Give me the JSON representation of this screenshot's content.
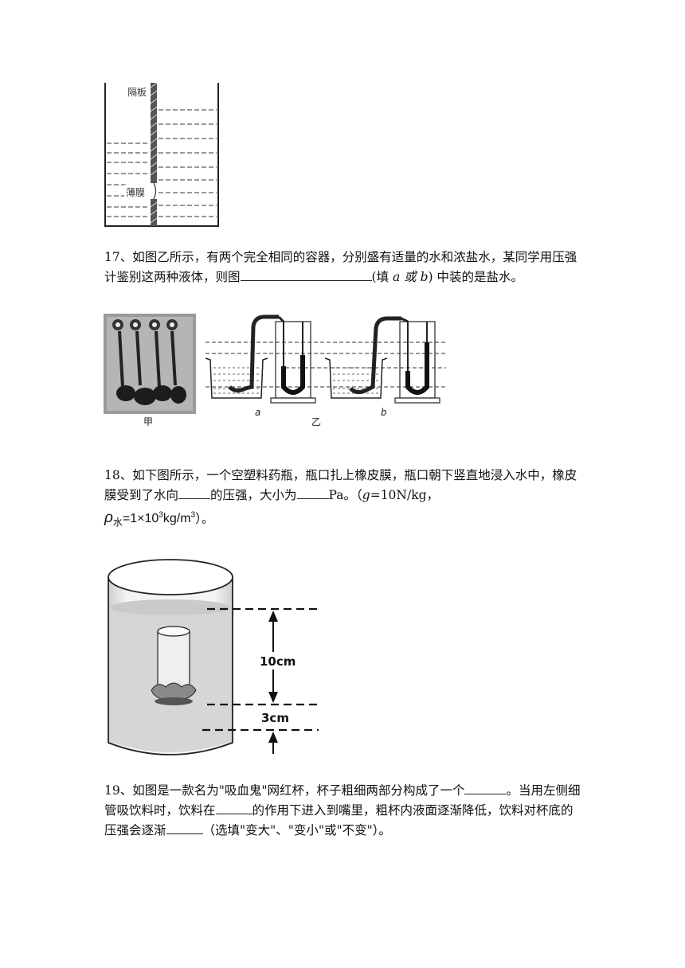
{
  "fig_partition": {
    "label_top": "隔板",
    "label_membrane": "薄膜"
  },
  "q17": {
    "text_1": "17、如图乙所示，有两个完全相同的容器，分别盛有适量的水和浓盐水，某同学用压强计鉴别这两种液体，则图",
    "text_2": "(填 ",
    "var_a": "a",
    "or": " 或 ",
    "var_b": "b",
    "text_3": ") 中装的是盐水。"
  },
  "fig17": {
    "label_jia": "甲",
    "label_a": "a",
    "label_yi": "乙",
    "label_b": "b"
  },
  "q18": {
    "text_1": "18、如下图所示，一个空塑料药瓶，瓶口扎上橡皮膜，瓶口朝下竖直地浸入水中，橡皮膜受到了水向",
    "text_2": "的压强，大小为",
    "text_3": "Pa。（",
    "g": "g",
    "text_4": "=10N/kg，",
    "rho": "ρ",
    "rho_sub": "水",
    "rho_val": "=1×10",
    "rho_exp": "3",
    "rho_unit": "kg/m",
    "rho_unit_exp": "3",
    "text_end": "）。"
  },
  "fig18": {
    "dim_10": "10cm",
    "dim_3": "3cm"
  },
  "q19": {
    "text_1": "19、如图是一款名为\"吸血鬼\"网红杯，杯子粗细两部分构成了一个",
    "text_2": "。当用左侧细管吸饮料时，饮料在",
    "text_3": "的作用下进入到嘴里，粗杯内液面逐渐降低，饮料对杯底的压强会逐渐",
    "text_4": "（选填\"变大\"、\"变小\"或\"不变\"）。"
  }
}
